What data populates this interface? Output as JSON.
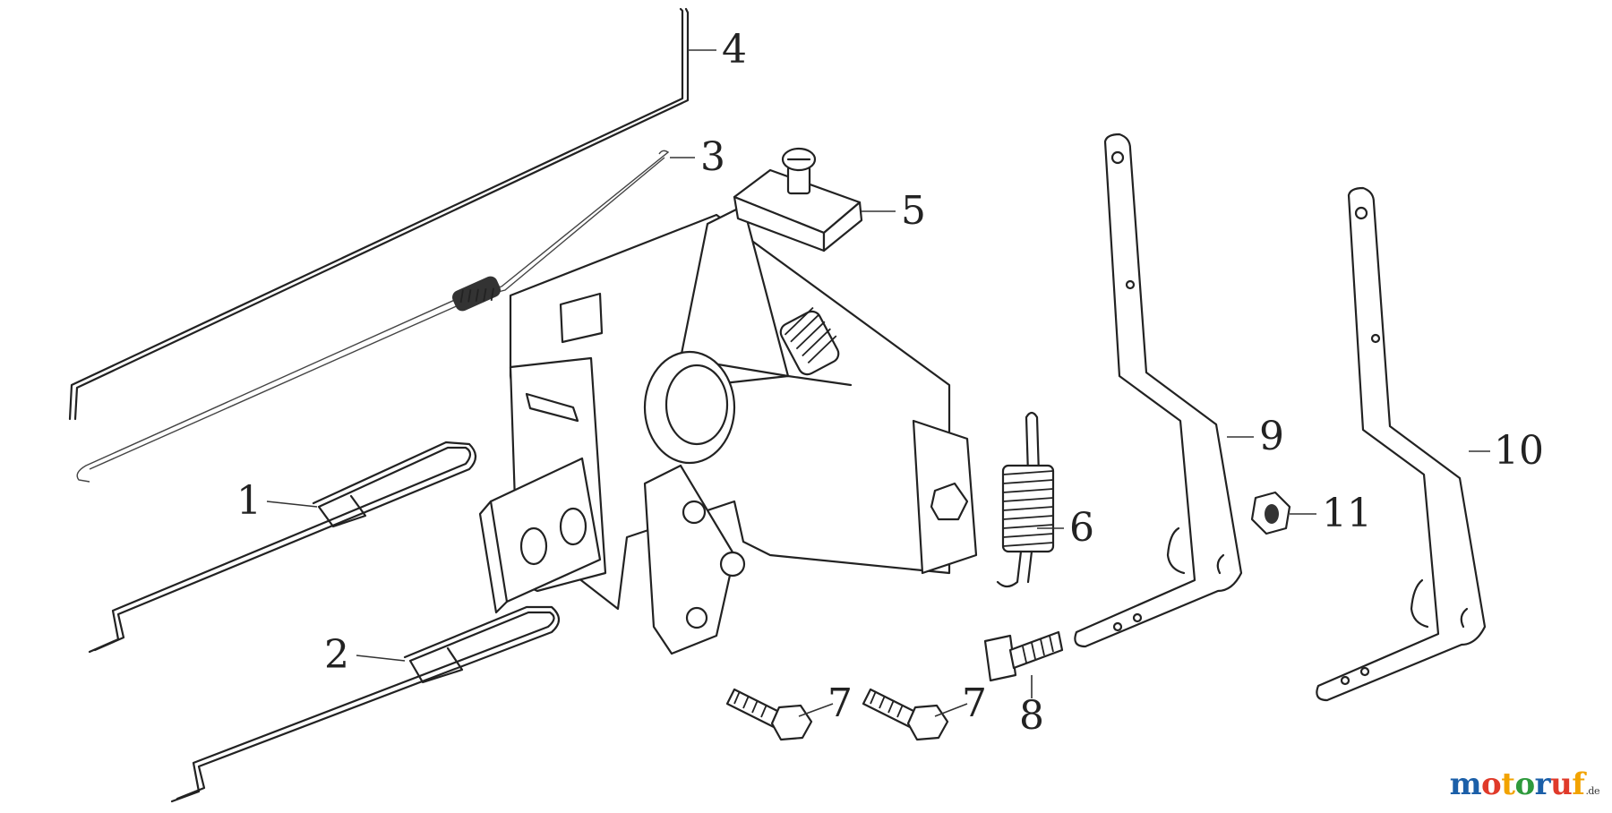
{
  "callouts": [
    "1",
    "2",
    "3",
    "4",
    "5",
    "6",
    "7",
    "7",
    "8",
    "9",
    "10",
    "11"
  ],
  "watermark": {
    "letters": [
      "m",
      "o",
      "t",
      "o",
      "r",
      "u",
      "f"
    ],
    "colors": [
      "#1b5fa8",
      "#e03a2a",
      "#f2a300",
      "#2e9a3c",
      "#1b5fa8",
      "#e03a2a",
      "#f2a300"
    ],
    "tld": ".de"
  }
}
